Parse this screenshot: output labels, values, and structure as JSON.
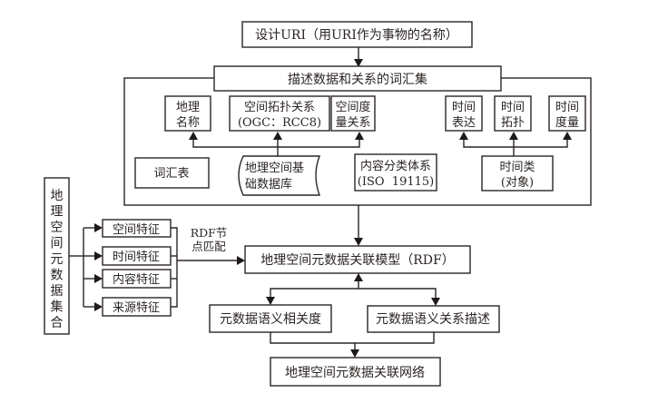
{
  "diagram": {
    "uri_box": "设计URI（用URI作为事物的名称）",
    "vocab_header": "描述数据和关系的词汇集",
    "vocab": {
      "place_name": [
        "地理",
        "名称"
      ],
      "topology": [
        "空间拓扑关系",
        "(OGC：RCC8)"
      ],
      "metric": [
        "空间度",
        "量关系"
      ],
      "time_expr": [
        "时间",
        "表达"
      ],
      "time_topo": [
        "时间",
        "拓扑"
      ],
      "time_metric": [
        "时间",
        "度量"
      ],
      "glossary": "词汇表",
      "base_db": [
        "地理空间基",
        "础数据库"
      ],
      "taxonomy": [
        "内容分类体系",
        "(ISO  19115)"
      ],
      "time_class": [
        "时间类",
        "(对象)"
      ]
    },
    "metadata_set": [
      "地",
      "理",
      "空",
      "间",
      "元",
      "数",
      "据",
      "集",
      "合"
    ],
    "features": [
      "空间特征",
      "时间特征",
      "内容特征",
      "来源特征"
    ],
    "match_label": [
      "RDF节",
      "点匹配"
    ],
    "rdf_model": "地理空间元数据关联模型（RDF）",
    "relevance": "元数据语义相关度",
    "relation_desc": "元数据语义关系描述",
    "network": "地理空间元数据关联网络"
  }
}
